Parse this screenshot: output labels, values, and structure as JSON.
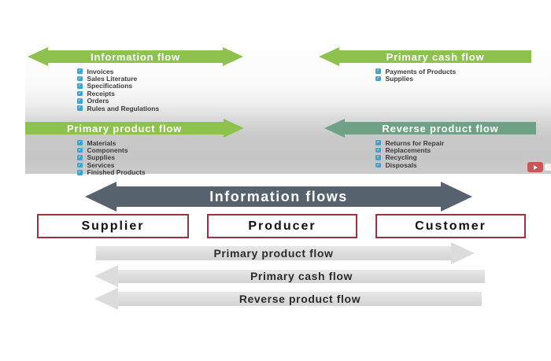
{
  "icons": {
    "check": "✓",
    "play": "play-triangle",
    "watermark": "youtube-logo"
  },
  "colors": {
    "green_arrow": "#8dc24f",
    "teal_arrow": "#6ea186",
    "dark_header_arrow": "#56626e",
    "gray_flow_arrow": "#dcdcdc",
    "entity_box_border": "#963541",
    "bullet_check": "#3fa3cd",
    "watermark_red": "#cc4242"
  },
  "video": {
    "info_flow": {
      "title": "Information flow",
      "items": [
        "Invoices",
        "Sales Literature",
        "Specifications",
        "Receipts",
        "Orders",
        "Rules and Regulations"
      ]
    },
    "cash_flow": {
      "title": "Primary cash flow",
      "items": [
        "Payments of Products",
        "Supplies"
      ]
    },
    "product_flow": {
      "title": "Primary product flow",
      "items": [
        "Materials",
        "Components",
        "Supplies",
        "Services",
        "Finished Products"
      ]
    },
    "reverse_flow": {
      "title": "Reverse product flow",
      "items": [
        "Returns for Repair",
        "Replacements",
        "Recycling",
        "Disposals"
      ]
    }
  },
  "diagram": {
    "header": "Information flows",
    "entities": [
      "Supplier",
      "Producer",
      "Customer"
    ],
    "flows": [
      {
        "label": "Primary product flow",
        "direction": "right"
      },
      {
        "label": "Primary cash flow",
        "direction": "left"
      },
      {
        "label": "Reverse product flow",
        "direction": "left"
      }
    ]
  }
}
